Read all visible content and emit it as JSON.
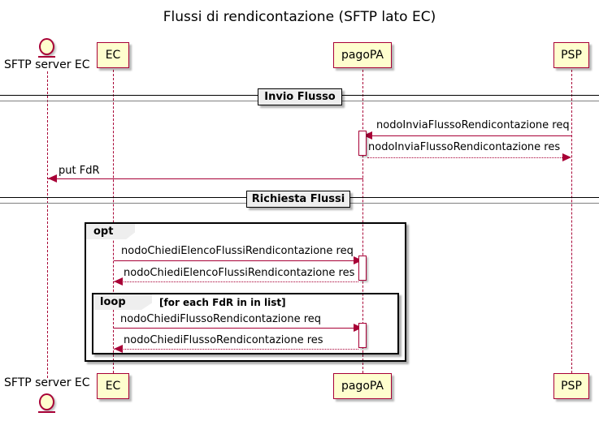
{
  "diagram": {
    "title": "Flussi di rendicontazione (SFTP lato EC)",
    "type": "sequence-diagram",
    "colors": {
      "participant_fill": "#FEFECE",
      "participant_border": "#A80036",
      "arrow": "#A80036",
      "fragment_border": "#000000",
      "fragment_tab_fill": "#EEEEEE",
      "background": "#FFFFFF"
    }
  },
  "participants": [
    {
      "id": "sftp",
      "name": "SFTP server EC",
      "kind": "actor"
    },
    {
      "id": "ec",
      "name": "EC",
      "kind": "participant"
    },
    {
      "id": "pagopa",
      "name": "pagoPA",
      "kind": "participant"
    },
    {
      "id": "psp",
      "name": "PSP",
      "kind": "participant"
    }
  ],
  "dividers": [
    {
      "label": "Invio Flusso"
    },
    {
      "label": "Richiesta Flussi"
    }
  ],
  "messages": [
    {
      "label": "nodoInviaFlussoRendicontazione req",
      "from": "psp",
      "to": "pagopa",
      "style": "solid",
      "direction": "left"
    },
    {
      "label": "nodoInviaFlussoRendicontazione res",
      "from": "pagopa",
      "to": "psp",
      "style": "dashed",
      "direction": "right"
    },
    {
      "label": "put FdR",
      "from": "pagopa",
      "to": "sftp",
      "style": "solid",
      "direction": "left"
    },
    {
      "label": "nodoChiediElencoFlussiRendicontazione req",
      "from": "ec",
      "to": "pagopa",
      "style": "solid",
      "direction": "right"
    },
    {
      "label": "nodoChiediElencoFlussiRendicontazione res",
      "from": "pagopa",
      "to": "ec",
      "style": "dashed",
      "direction": "left"
    },
    {
      "label": "nodoChiediFlussoRendicontazione req",
      "from": "ec",
      "to": "pagopa",
      "style": "solid",
      "direction": "right"
    },
    {
      "label": "nodoChiediFlussoRendicontazione res",
      "from": "pagopa",
      "to": "ec",
      "style": "dashed",
      "direction": "left"
    }
  ],
  "fragments": [
    {
      "type": "opt",
      "guard": ""
    },
    {
      "type": "loop",
      "guard": "[for each FdR in in list]"
    }
  ]
}
